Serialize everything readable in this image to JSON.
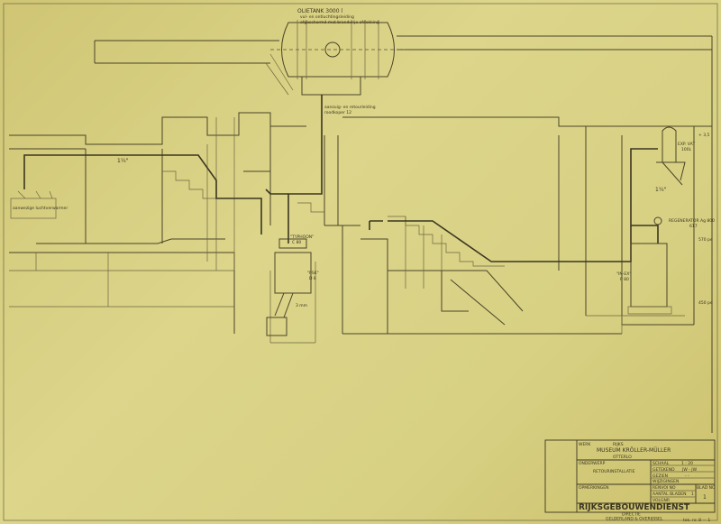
{
  "tank": {
    "title": "OLIETANK 3000 l",
    "note1": "vul- en ontluchtingsleiding",
    "note2": "afgeschermd met brandvrije afdekking"
  },
  "labels": {
    "suction_return": "aanzuig- en retourleiding",
    "suction_return2": "roodkoper 12",
    "pipe_left": "1¼\"",
    "pipe_right": "1¼\"",
    "air_heater": "aanwezige luchtverwarmer",
    "typhoon": "\"TYPHOON\"",
    "typhoon_sub": "C 80",
    "psk": "\"PSK\"",
    "psk_sub": "D 8",
    "flue": "3 mm",
    "exp_vessel": "EXP. VAT",
    "exp_vessel_sub": "100L",
    "regenerator": "REGENERATOR Ag 800",
    "regenerator_sub": "617",
    "boiler": "\"IN-EX\"",
    "boiler_sub": "P 80",
    "level_570": "570 pe",
    "level_450": "450 pe",
    "level_top": "+ 3,5"
  },
  "title_block": {
    "werk_label": "WERK",
    "werk_line1": "RIJKS",
    "werk_line2": "MUSEUM KRÖLLER-MÜLLER",
    "werk_line3": "OTTERLO",
    "onderwerp_label": "ONDERWERP",
    "onderwerp": "RETOURINSTALLATIE",
    "opmerkingen_label": "OPMERKINGEN",
    "schaal_label": "SCHAAL",
    "schaal": "1 : 20",
    "getekend_label": "GETEKEND",
    "getekend": "JW  -  JW",
    "gezien_label": "GEZIEN",
    "gezien": "- -",
    "wijzigingen_label": "WIJZIGINGEN",
    "renvoi_label": "RENVOI NO",
    "aantal_label": "AANTAL BLADEN",
    "aantal": "1",
    "volgnr_label": "VOLGNR",
    "blad_label": "BLAD NO",
    "blad": "1",
    "agency": "RIJKSGEBOUWENDIENST",
    "agency_sub1": "DIRECTIE",
    "agency_sub2": "GELDERLAND & OVERIJSSEL",
    "footer": "tek. nr. 8 — 1"
  }
}
